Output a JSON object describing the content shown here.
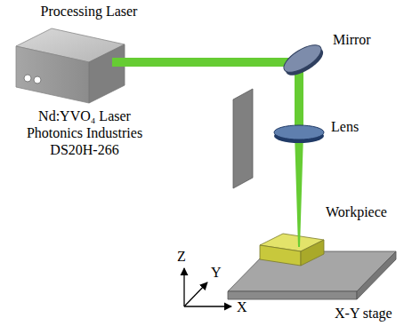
{
  "diagram": {
    "labels": [
      "Processing Laser",
      "Nd:YVO₄ Laser",
      "Photonics Industries",
      "DS20H-266",
      "Mirror",
      "Lens",
      "Workpiece",
      "Z",
      "Y",
      "X",
      "X-Y stage"
    ]
  }
}
